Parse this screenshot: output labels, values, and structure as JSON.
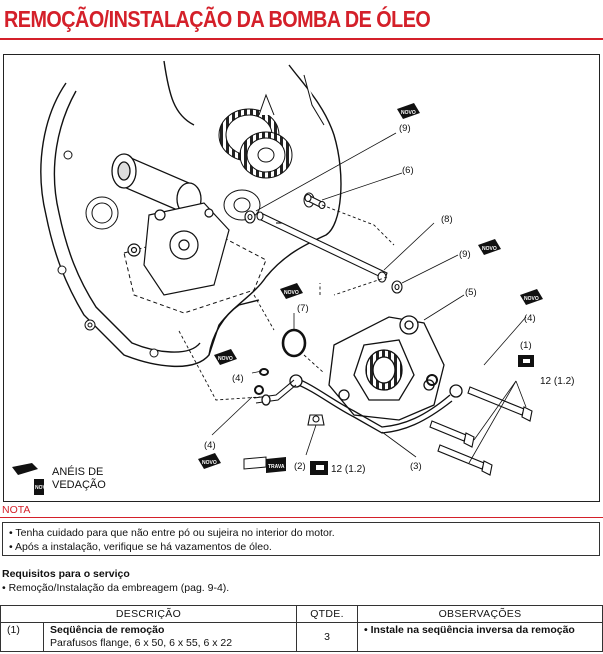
{
  "page": {
    "title": "REMOÇÃO/INSTALAÇÃO DA BOMBA DE ÓLEO"
  },
  "figure": {
    "callouts": {
      "c9_top": "(9)",
      "c6": "(6)",
      "c8": "(8)",
      "c9_right": "(9)",
      "c5": "(5)",
      "c7": "(7)",
      "c4_right": "(4)",
      "c1": "(1)",
      "torque_right": "12 (1.2)",
      "c4_left": "(4)",
      "c4_bottom": "(4)",
      "c2": "(2)",
      "torque_bottom": "12 (1.2)",
      "c3": "(3)"
    },
    "icon_text": {
      "oil_icon": "NOVO",
      "lock_icon": "TRAVA"
    },
    "legend": {
      "line1": "ANÉIS DE",
      "line2": "VEDAÇÃO"
    }
  },
  "note": {
    "label": "NOTA",
    "items": [
      "• Tenha cuidado para que não entre pó ou sujeira no interior do motor.",
      "• Após a instalação, verifique se há vazamentos de óleo."
    ]
  },
  "requirements": {
    "title": "Requisitos para o serviço",
    "items": [
      "• Remoção/Instalação da embreagem (pag. 9-4)."
    ]
  },
  "table": {
    "headers": [
      "DESCRIÇÃO",
      "QTDE.",
      "OBSERVAÇÕES"
    ],
    "rows": [
      {
        "num": "(1)",
        "desc_bold": "Seqüência de remoção",
        "desc": "Parafusos flange, 6 x 50, 6 x 55, 6 x 22",
        "qty": "3",
        "obs": "• Instale na seqüência inversa da remoção"
      }
    ]
  },
  "colors": {
    "accent_red": "#d4202a",
    "line": "#111111"
  }
}
